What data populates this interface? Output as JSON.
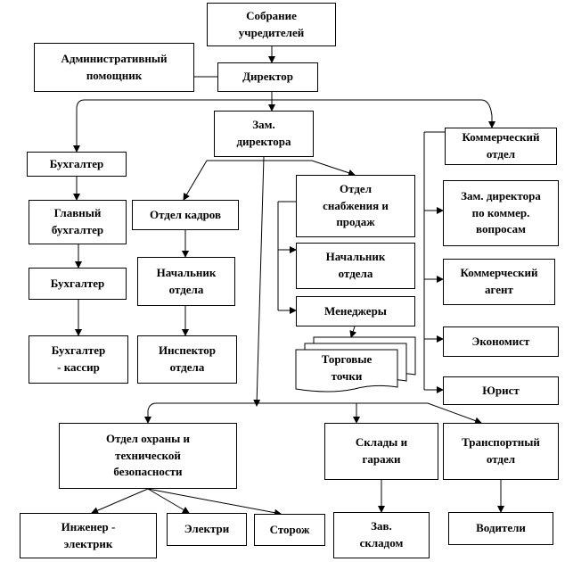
{
  "org_chart": {
    "founders_meeting": "Собрание\nучредителей",
    "admin_assistant": "Административный\nпомощник",
    "director": "Директор",
    "deputy_director": "Зам.\nдиректора",
    "accountant": "Бухгалтер",
    "chief_accountant": "Главный\nбухгалтер",
    "accountant_2": "Бухгалтер",
    "accountant_cashier": "Бухгалтер\n- кассир",
    "hr_department": "Отдел кадров",
    "hr_head": "Начальник\nотдела",
    "hr_inspector": "Инспектор\nотдела",
    "supply_sales_department": "Отдел\nснабжения и\nпродаж",
    "supply_head": "Начальник\nотдела",
    "managers": "Менеджеры",
    "retail_points": "Торговые\nточки",
    "commercial_department": "Коммерческий\nотдел",
    "deputy_commercial": "Зам. директора\nпо коммер.\nвопросам",
    "commercial_agent": "Коммерческий\nагент",
    "economist": "Экономист",
    "lawyer": "Юрист",
    "security_department": "Отдел охраны и\nтехнической\nбезопасности",
    "warehouses": "Склады и\nгаражи",
    "transport_department": "Транспортный\nотдел",
    "electrical_engineer": "Инженер -\nэлектрик",
    "electrician": "Электри",
    "guard": "Сторож",
    "warehouse_manager": "Зав.\nскладом",
    "drivers": "Водители"
  }
}
